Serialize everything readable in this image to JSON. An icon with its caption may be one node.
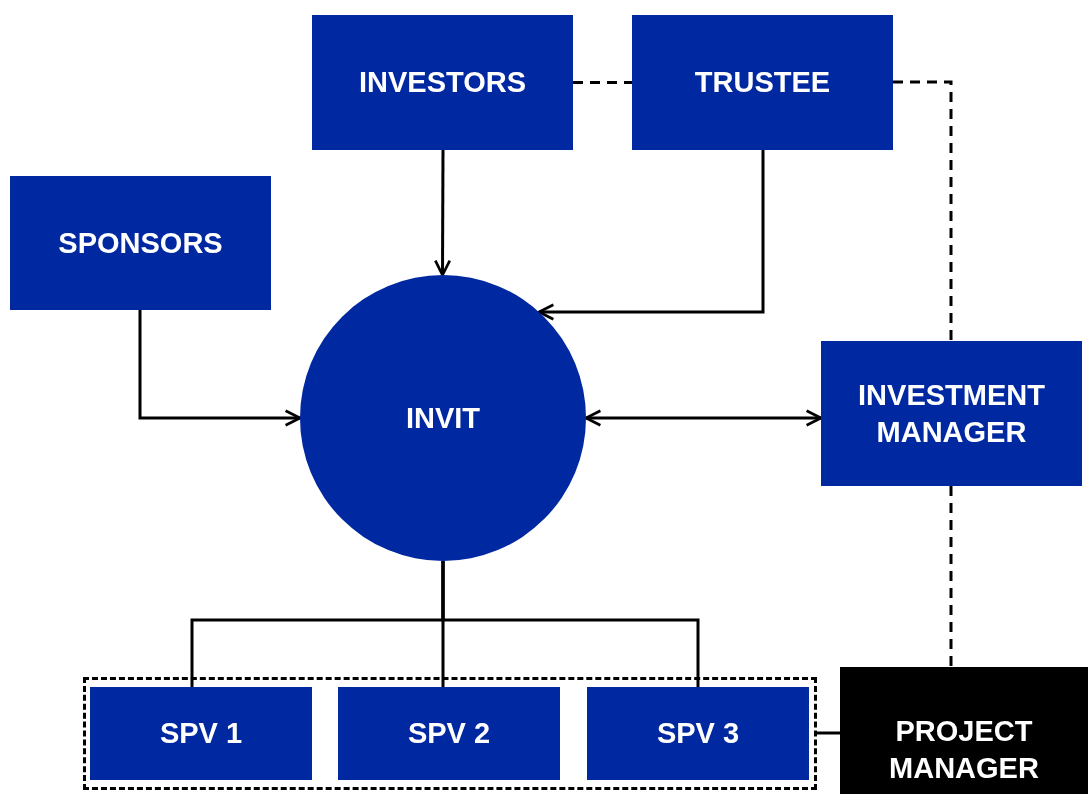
{
  "diagram": {
    "nodes": [
      {
        "text": [
          "INVESTORS"
        ]
      },
      {
        "text": [
          "TRUSTEE"
        ]
      },
      {
        "text": [
          "SPONSORS"
        ]
      },
      {
        "text": [
          "INVIT"
        ]
      },
      {
        "text": [
          "INVESTMENT MANAGER"
        ]
      },
      {
        "text": [],
        "shape": "box"
      },
      {
        "text": [
          "SPV 1"
        ],
        "in": 5
      },
      {
        "text": [
          "SPV 2"
        ],
        "in": 5
      },
      {
        "text": [
          "SPV 3"
        ],
        "in": 5
      },
      {
        "text": [
          "PROJECT MANAGER"
        ]
      }
    ],
    "edges": [
      {
        "from": 0,
        "to": 3,
        "arrow": "to"
      },
      {
        "from": 1,
        "to": 3,
        "arrow": "to"
      },
      {
        "from": 2,
        "to": 3,
        "arrow": "to"
      },
      {
        "from": 3,
        "to": 4,
        "arrow": "both"
      },
      {
        "from": 3,
        "to": 6,
        "arrow": "none"
      },
      {
        "from": 3,
        "to": 7,
        "arrow": "none"
      },
      {
        "from": 3,
        "to": 8,
        "arrow": "none"
      },
      {
        "from": 0,
        "to": 1,
        "arrow": "none",
        "style": "dashed"
      },
      {
        "from": 1,
        "to": 4,
        "arrow": "none",
        "style": "dashed"
      },
      {
        "from": 4,
        "to": 9,
        "arrow": "none",
        "style": "dashed"
      },
      {
        "from": 5,
        "to": 9,
        "arrow": "none"
      }
    ]
  }
}
